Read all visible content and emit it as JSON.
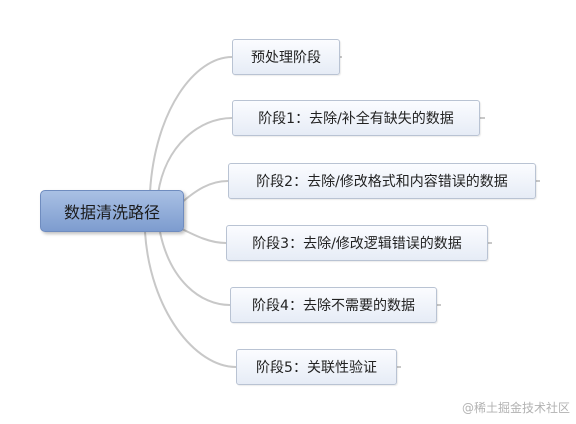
{
  "diagram": {
    "root": {
      "label": "数据清洗路径"
    },
    "branches": [
      {
        "label": "预处理阶段"
      },
      {
        "label": "阶段1：去除/补全有缺失的数据"
      },
      {
        "label": "阶段2：去除/修改格式和内容错误的数据"
      },
      {
        "label": "阶段3：去除/修改逻辑错误的数据"
      },
      {
        "label": "阶段4：去除不需要的数据"
      },
      {
        "label": "阶段5：关联性验证"
      }
    ]
  },
  "watermark": "@稀土掘金技术社区",
  "colors": {
    "root_fill": "#8eaad8",
    "node_fill": "#eef2fa",
    "node_border": "#b9c3d3",
    "connector": "#c8c8c8"
  }
}
